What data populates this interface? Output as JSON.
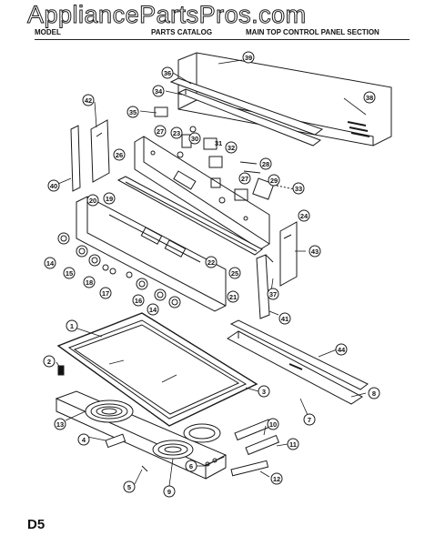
{
  "watermark": "AppliancePartsPros.com",
  "header": {
    "model": "MODEL ",
    "catalog": "PARTS CATALOG",
    "section": "MAIN TOP CONTROL PANEL SECTION"
  },
  "page_code": "D5",
  "callouts": {
    "c1": "1",
    "c2": "2",
    "c3": "3",
    "c4": "4",
    "c5": "5",
    "c6": "6",
    "c7": "7",
    "c8": "8",
    "c9": "9",
    "c10": "10",
    "c11": "11",
    "c12": "12",
    "c13": "13",
    "c14a": "14",
    "c14b": "14",
    "c15": "15",
    "c16": "16",
    "c17": "17",
    "c18": "18",
    "c19": "19",
    "c20": "20",
    "c21": "21",
    "c22": "22",
    "c23": "23",
    "c24": "24",
    "c25": "25",
    "c26": "26",
    "c27a": "27",
    "c27b": "27",
    "c28": "28",
    "c29": "29",
    "c30": "30",
    "c31": "31",
    "c32": "32",
    "c33": "33",
    "c34": "34",
    "c35": "35",
    "c36": "36",
    "c37": "37",
    "c38": "38",
    "c39": "39",
    "c40": "40",
    "c41": "41",
    "c42": "42",
    "c43": "43",
    "c44": "44"
  }
}
